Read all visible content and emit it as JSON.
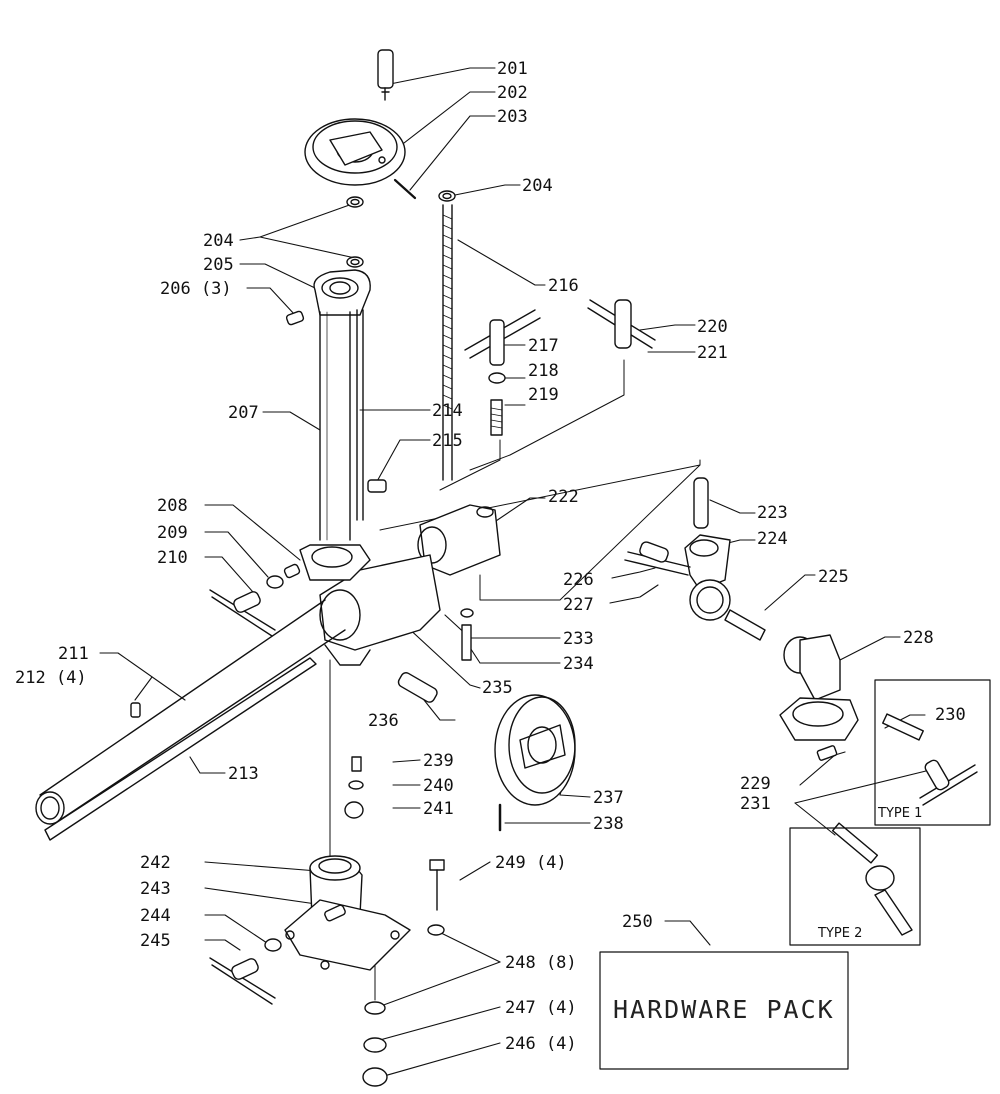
{
  "labels": {
    "p201": "201",
    "p202": "202",
    "p203": "203",
    "p204a": "204",
    "p204b": "204",
    "p205": "205",
    "p206": "206 (3)",
    "p207": "207",
    "p208": "208",
    "p209": "209",
    "p210": "210",
    "p211": "211",
    "p212": "212 (4)",
    "p213": "213",
    "p214": "214",
    "p215": "215",
    "p216": "216",
    "p217": "217",
    "p218": "218",
    "p219": "219",
    "p220": "220",
    "p221": "221",
    "p222": "222",
    "p223": "223",
    "p224": "224",
    "p225": "225",
    "p226": "226",
    "p227": "227",
    "p228": "228",
    "p229": "229",
    "p230": "230",
    "p231": "231",
    "p233": "233",
    "p234": "234",
    "p235": "235",
    "p236": "236",
    "p237": "237",
    "p238": "238",
    "p239": "239",
    "p240": "240",
    "p241": "241",
    "p242": "242",
    "p243": "243",
    "p244": "244",
    "p245": "245",
    "p246": "246 (4)",
    "p247": "247 (4)",
    "p248": "248 (8)",
    "p249": "249 (4)",
    "p250": "250"
  },
  "type1": "TYPE 1",
  "type2": "TYPE 2",
  "hardware_pack": "HARDWARE PACK"
}
